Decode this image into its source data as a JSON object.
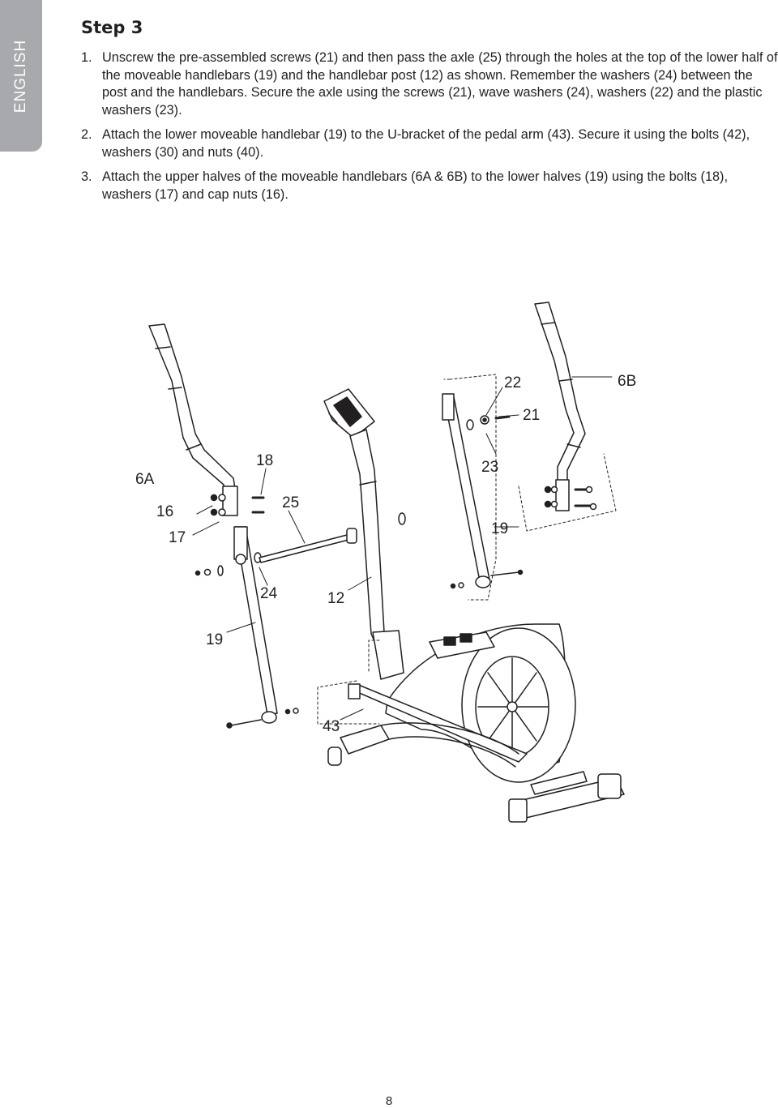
{
  "language_tab": "ENGLISH",
  "step_title": "Step 3",
  "instructions": [
    {
      "number": "1.",
      "text": "Unscrew the pre-assembled screws (21) and then pass the axle (25) through the holes at the top of the lower half of the moveable handlebars (19) and the handlebar post (12) as shown. Remember the washers (24) between the post and the handlebars. Secure the axle using the screws (21), wave washers (24), washers (22) and the plastic washers (23)."
    },
    {
      "number": "2.",
      "text": "Attach the lower moveable handlebar (19) to the U-bracket of the pedal arm (43). Secure it using the bolts (42), washers (30) and nuts (40)."
    },
    {
      "number": "3.",
      "text": "Attach the upper halves of the moveable handlebars (6A & 6B) to the lower halves (19) using the bolts (18), washers (17) and cap nuts (16)."
    }
  ],
  "diagram": {
    "labels": {
      "l22": "22",
      "l6B": "6B",
      "l21": "21",
      "l18": "18",
      "l6A": "6A",
      "l23": "23",
      "l16": "16",
      "l25": "25",
      "l17": "17",
      "l19a": "19",
      "l24": "24",
      "l12": "12",
      "l19b": "19",
      "l43": "43"
    }
  },
  "page_number": "8"
}
